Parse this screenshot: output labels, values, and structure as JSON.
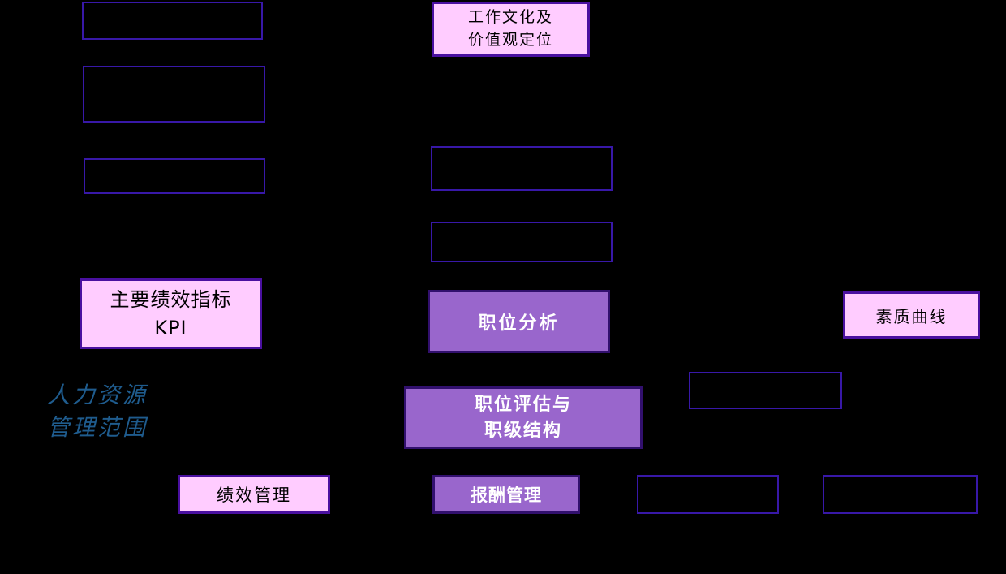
{
  "diagram": {
    "side_label": "人力资源\n管理范围",
    "boxes": {
      "culture": "工作文化及\n价值观定位",
      "kpi": "主要绩效指标\nKPI",
      "job_analysis": "职位分析",
      "competency_curve": "素质曲线",
      "job_evaluation": "职位评估与\n职级结构",
      "performance_management": "绩效管理",
      "compensation_management": "报酬管理"
    },
    "colors": {
      "background": "#000000",
      "pink_fill": "#FFCCFF",
      "purple_fill": "#9966CC",
      "pink_box_border": "#4A10A0",
      "purple_box_border": "#32106E",
      "empty_box_border": "#3818A8",
      "side_label_text": "#1F5C8E",
      "pink_box_text": "#000000",
      "purple_box_text": "#FFFFFF"
    }
  }
}
